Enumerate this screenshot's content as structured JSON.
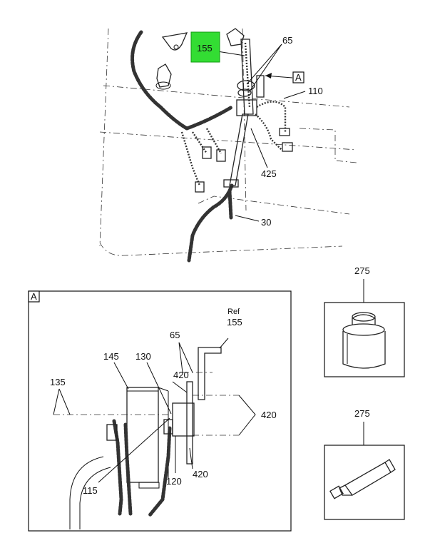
{
  "callouts": {
    "c155_hl": "155",
    "c65_top": "65",
    "c110": "110",
    "c425": "425",
    "c30": "30",
    "view_a_top": "A",
    "view_a_box": "A",
    "c135": "135",
    "c145": "145",
    "c130": "130",
    "c65_detail": "65",
    "c_ref": "Ref",
    "c155_detail": "155",
    "c420_a": "420",
    "c420_b": "420",
    "c420_c": "420",
    "c115": "115",
    "c120": "120",
    "c275_can": "275",
    "c275_tube": "275"
  },
  "colors": {
    "highlight": "#33dd33"
  }
}
